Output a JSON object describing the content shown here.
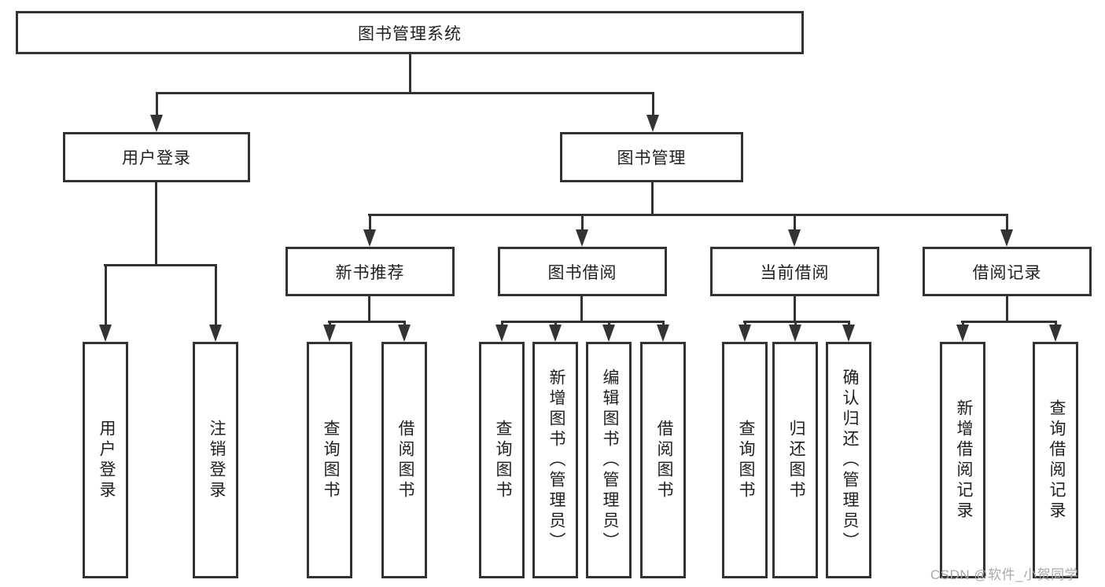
{
  "diagram": {
    "type": "tree",
    "nodes": {
      "root": {
        "label": "图书管理系统"
      },
      "user_login": {
        "label": "用户登录"
      },
      "book_mgmt": {
        "label": "图书管理"
      },
      "new_book_rec": {
        "label": "新书推荐"
      },
      "book_borrow": {
        "label": "图书借阅"
      },
      "current_borrow": {
        "label": "当前借阅"
      },
      "borrow_records": {
        "label": "借阅记录"
      },
      "leaves": {
        "user_login_leaf": {
          "label": "用户登录"
        },
        "logout": {
          "label": "注销登录"
        },
        "query_book_a": {
          "label": "查询图书"
        },
        "borrow_book_a": {
          "label": "借阅图书"
        },
        "query_book_b": {
          "label": "查询图书"
        },
        "add_book": {
          "label": "新增图书（管理员）"
        },
        "edit_book": {
          "label": "编辑图书（管理员）"
        },
        "borrow_book_b": {
          "label": "借阅图书"
        },
        "query_book_c": {
          "label": "查询图书"
        },
        "return_book": {
          "label": "归还图书"
        },
        "confirm_return": {
          "label": "确认归还（管理员）"
        },
        "add_borrow_record": {
          "label": "新增借阅记录"
        },
        "query_borrow_record": {
          "label": "查询借阅记录"
        }
      }
    },
    "hierarchy": {
      "图书管理系统": {
        "用户登录": [
          "用户登录",
          "注销登录"
        ],
        "图书管理": {
          "新书推荐": [
            "查询图书",
            "借阅图书"
          ],
          "图书借阅": [
            "查询图书",
            "新增图书（管理员）",
            "编辑图书（管理员）",
            "借阅图书"
          ],
          "当前借阅": [
            "查询图书",
            "归还图书",
            "确认归还（管理员）"
          ],
          "借阅记录": [
            "新增借阅记录",
            "查询借阅记录"
          ]
        }
      }
    }
  },
  "watermark": {
    "text": "CSDN @软件_小贺同学",
    "color": "#a9a9a9"
  },
  "colors": {
    "line": "#333333",
    "text": "#1f1f1f",
    "background": "#ffffff"
  }
}
